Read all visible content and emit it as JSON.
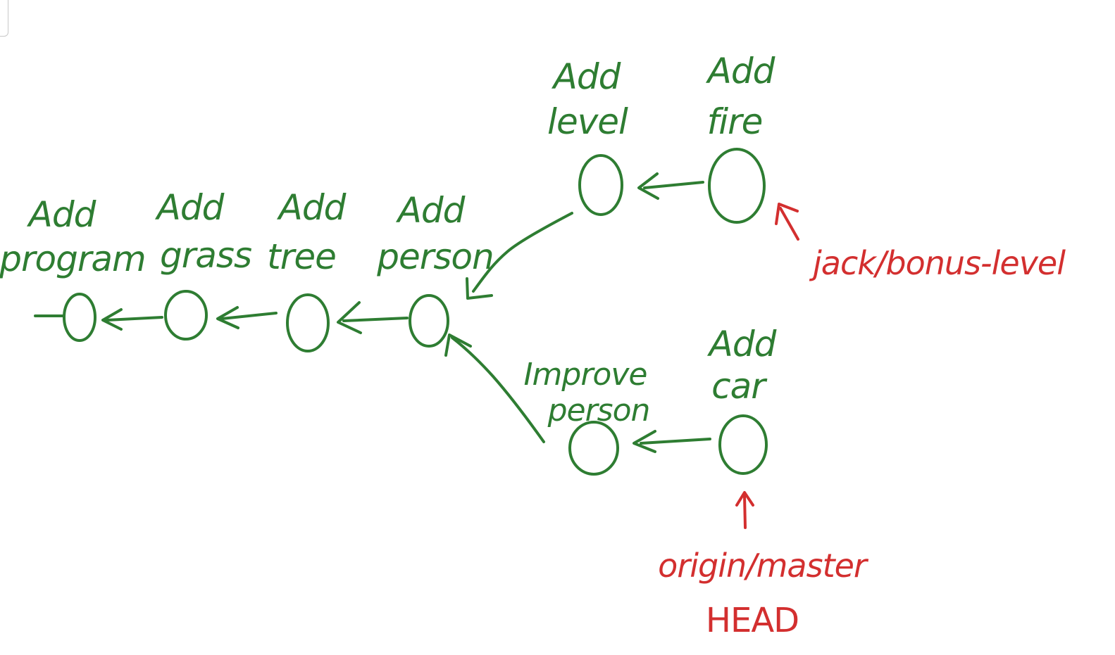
{
  "colors": {
    "commit": "#2e7d32",
    "ref": "#d32f2f",
    "background": "#ffffff"
  },
  "commits": [
    {
      "id": "c1",
      "line1": "Add",
      "line2": "program"
    },
    {
      "id": "c2",
      "line1": "Add",
      "line2": "grass"
    },
    {
      "id": "c3",
      "line1": "Add",
      "line2": "tree"
    },
    {
      "id": "c4",
      "line1": "Add",
      "line2": "person"
    },
    {
      "id": "c5",
      "line1": "Add",
      "line2": "level"
    },
    {
      "id": "c6",
      "line1": "Add",
      "line2": "fire"
    },
    {
      "id": "c7",
      "line1": "Improve",
      "line2": "person"
    },
    {
      "id": "c8",
      "line1": "Add",
      "line2": "car"
    }
  ],
  "refs": {
    "bonus": "jack/bonus-level",
    "master": "origin/master",
    "head": "HEAD"
  }
}
